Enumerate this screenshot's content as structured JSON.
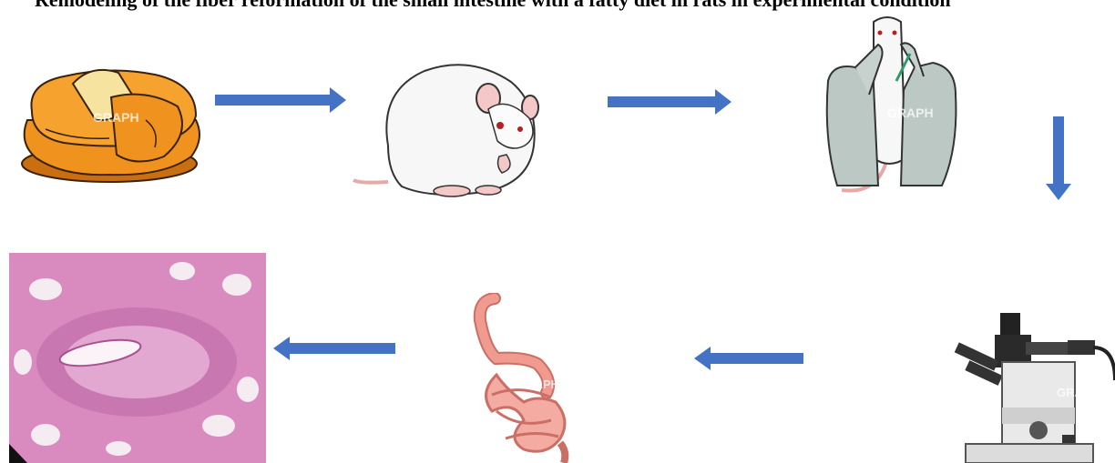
{
  "figure": {
    "title": "Remodeling of the fiber reformation of the small intestine with a fatty diet in rats in experimental condition",
    "watermark": "GRAPH",
    "colors": {
      "arrow": "#4472c4",
      "cheese": "#f0921e",
      "tissue_pink": "#d98bc0",
      "intestine": "#f09a90"
    },
    "steps": [
      {
        "id": "fatty-diet",
        "icon": "cheese-icon"
      },
      {
        "id": "rat",
        "icon": "rat-icon"
      },
      {
        "id": "injection",
        "icon": "gloved-hands-rat-icon"
      },
      {
        "id": "microscope",
        "icon": "microscope-icon"
      },
      {
        "id": "intestine",
        "icon": "small-intestine-icon"
      },
      {
        "id": "histology",
        "icon": "histology-section-icon"
      }
    ]
  }
}
